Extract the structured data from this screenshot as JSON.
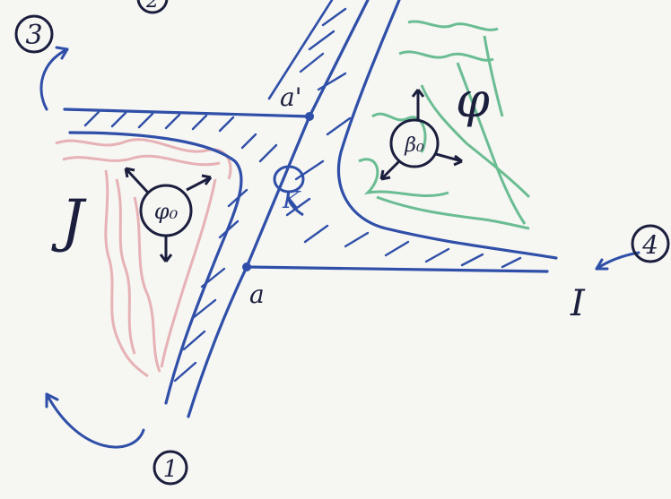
{
  "colors": {
    "background": "#f6f6f3",
    "ink_blue": "#2f4fa8",
    "ink_dark": "#1b1f3d",
    "shade_red": "#d97c84",
    "shade_green": "#3caa72"
  },
  "labels": {
    "region_3": "3",
    "region_1": "1",
    "region_4": "4",
    "region_2_partial": "2",
    "point_a_prime": "a'",
    "point_a": "a",
    "curve_symbol_left": "J",
    "curve_symbol_right": "I",
    "field_right_symbol": "φ",
    "vertex_left": "φ₀",
    "vertex_right": "β₀",
    "loop_label": "K"
  }
}
